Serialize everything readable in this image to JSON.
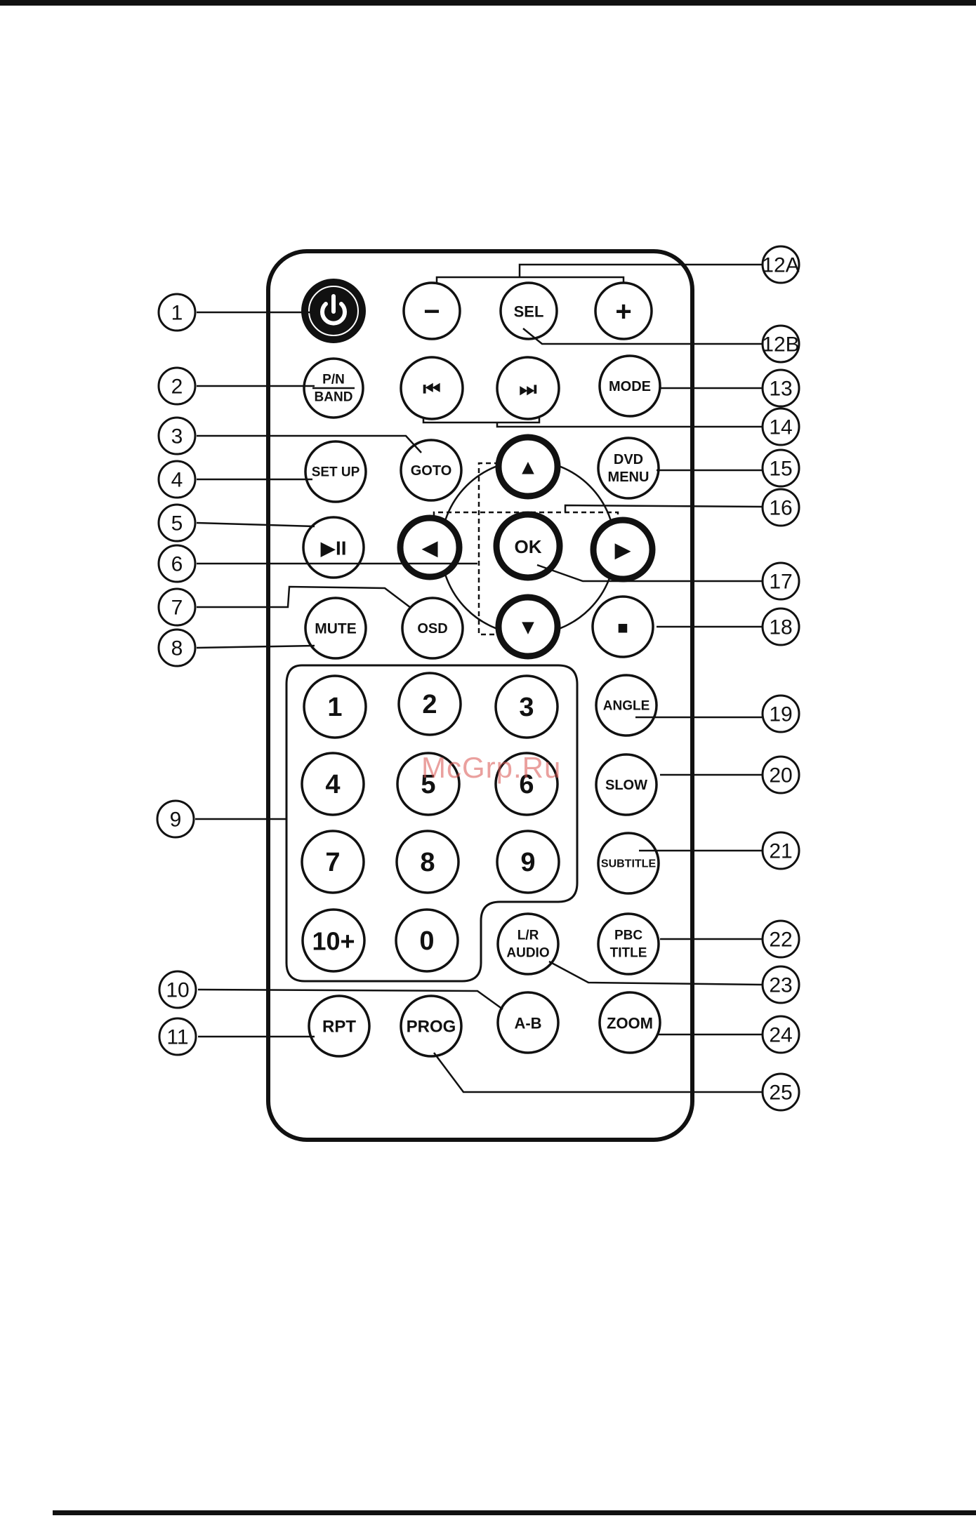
{
  "watermark": "McGrp.Ru",
  "buttons": {
    "power": "",
    "minus": "−",
    "sel": "SEL",
    "plus": "+",
    "pn_top": "P/N",
    "pn_bottom": "BAND",
    "prev": "⏮",
    "next": "⏭",
    "mode": "MODE",
    "setup": "SET UP",
    "goto": "GOTO",
    "up": "▲",
    "dvd_top": "DVD",
    "dvd_bottom": "MENU",
    "play_pause": "▶II",
    "left": "◀",
    "ok": "OK",
    "right": "▶",
    "mute": "MUTE",
    "osd": "OSD",
    "down": "▼",
    "stop": "■",
    "n1": "1",
    "n2": "2",
    "n3": "3",
    "angle": "ANGLE",
    "n4": "4",
    "n5": "5",
    "n6": "6",
    "slow": "SLOW",
    "n7": "7",
    "n8": "8",
    "n9": "9",
    "subtitle": "SUBTITLE",
    "n10": "10+",
    "n0": "0",
    "lr_top": "L/R",
    "lr_bottom": "AUDIO",
    "pbc_top": "PBC",
    "pbc_bottom": "TITLE",
    "ab": "A-B",
    "rpt": "RPT",
    "prog": "PROG",
    "zoom": "ZOOM"
  },
  "callouts": {
    "c1": "1",
    "c2": "2",
    "c3": "3",
    "c4": "4",
    "c5": "5",
    "c6": "6",
    "c7": "7",
    "c8": "8",
    "c9": "9",
    "c10": "10",
    "c11": "11",
    "c12a": "12A",
    "c12b": "12B",
    "c13": "13",
    "c14": "14",
    "c15": "15",
    "c16": "16",
    "c17": "17",
    "c18": "18",
    "c19": "19",
    "c20": "20",
    "c21": "21",
    "c22": "22",
    "c23": "23",
    "c24": "24",
    "c25": "25"
  }
}
